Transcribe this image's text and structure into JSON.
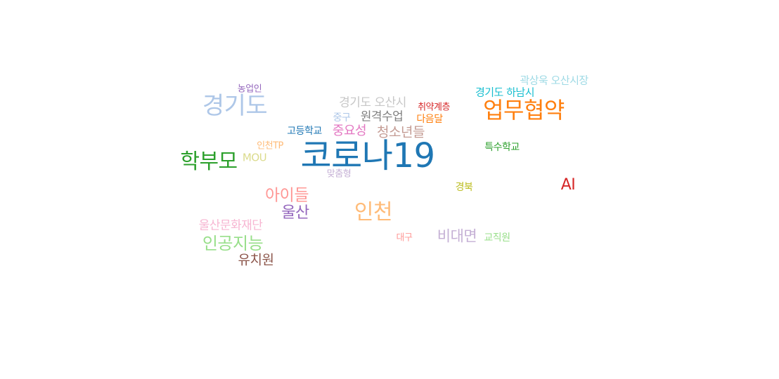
{
  "wordcloud": {
    "words": [
      {
        "text": "코로나19",
        "color": "#1f77b4"
      },
      {
        "text": "업무협약",
        "color": "#ff7f0e"
      },
      {
        "text": "학부모",
        "color": "#2ca02c"
      },
      {
        "text": "AI",
        "color": "#d62728"
      },
      {
        "text": "울산",
        "color": "#9467bd"
      },
      {
        "text": "유치원",
        "color": "#8c564b"
      },
      {
        "text": "중요성",
        "color": "#e377c2"
      },
      {
        "text": "경기도 오산시",
        "color": "#c7c7c7"
      },
      {
        "text": "경북",
        "color": "#bcbd22"
      },
      {
        "text": "경기도 하남시",
        "color": "#17becf"
      },
      {
        "text": "경기도",
        "color": "#aec7e8"
      },
      {
        "text": "인천",
        "color": "#ffbb78"
      },
      {
        "text": "인공지능",
        "color": "#98df8a"
      },
      {
        "text": "아이들",
        "color": "#ff9896"
      },
      {
        "text": "비대면",
        "color": "#c5b0d5"
      },
      {
        "text": "청소년들",
        "color": "#c49c94"
      },
      {
        "text": "울산문화재단",
        "color": "#f7b6d2"
      },
      {
        "text": "원격수업",
        "color": "#7f7f7f"
      },
      {
        "text": "MOU",
        "color": "#dbdb8d"
      },
      {
        "text": "곽상욱 오산시장",
        "color": "#9edae5"
      },
      {
        "text": "고등학교",
        "color": "#1f77b4"
      },
      {
        "text": "다음달",
        "color": "#ff7f0e"
      },
      {
        "text": "특수학교",
        "color": "#2ca02c"
      },
      {
        "text": "취약계층",
        "color": "#d62728"
      },
      {
        "text": "농업인",
        "color": "#9467bd"
      },
      {
        "text": "중구",
        "color": "#aec7e8"
      },
      {
        "text": "인천TP",
        "color": "#ffbb78"
      },
      {
        "text": "교직원",
        "color": "#98df8a"
      },
      {
        "text": "대구",
        "color": "#ff9896"
      },
      {
        "text": "맞춤형",
        "color": "#c5b0d5"
      }
    ]
  }
}
